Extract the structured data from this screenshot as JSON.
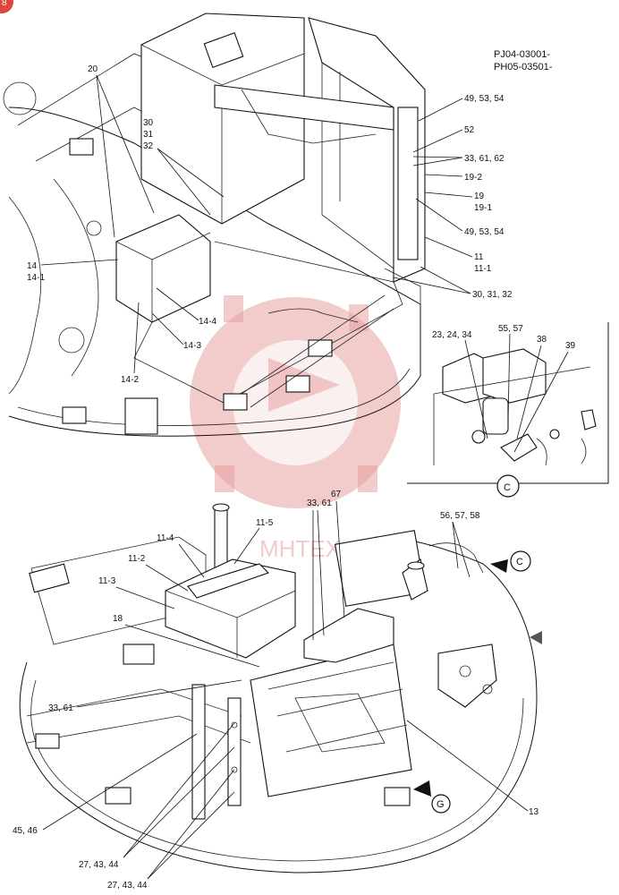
{
  "header": {
    "ref_line1": "PJ04-03001-",
    "ref_line2": "PH05-03501-"
  },
  "corner_marker": "8",
  "watermark_text": "MHTEX",
  "views": {
    "detail_c": "C",
    "view_c": "C",
    "view_g": "G"
  },
  "callouts": {
    "top": [
      "20",
      "30",
      "31",
      "32",
      "14",
      "14-1",
      "14-4",
      "14-3",
      "14-2",
      "49, 53, 54",
      "52",
      "33, 61, 62",
      "19-2",
      "19",
      "19-1",
      "49, 53, 54",
      "11",
      "11-1",
      "30, 31, 32"
    ],
    "detail": [
      "23, 24, 34",
      "55, 57",
      "38",
      "39"
    ],
    "bottom": [
      "33, 61",
      "67",
      "56, 57, 58",
      "11-5",
      "11-4",
      "11-2",
      "11-3",
      "18",
      "33, 61",
      "45, 46",
      "27, 43, 44",
      "27, 43, 44",
      "13"
    ]
  },
  "colors": {
    "linework": "#111111",
    "watermark": "#e8a0a0",
    "corner_marker": "#e0463c"
  }
}
